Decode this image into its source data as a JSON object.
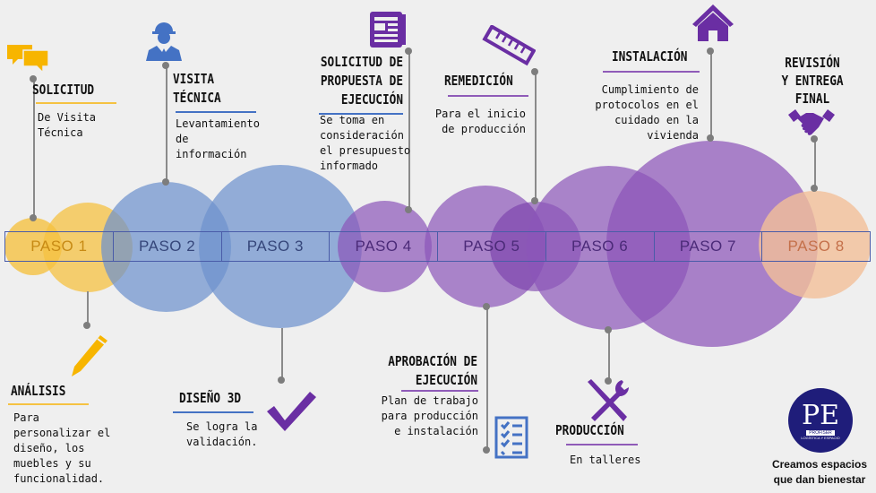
{
  "colors": {
    "yellow": "#f5c242",
    "blue": "#7f9fd3",
    "purple": "#8f5bb8",
    "peach": "#f3bf98",
    "accent_purple": "#6a2ea3",
    "accent_blue": "#4472c4"
  },
  "steps": [
    {
      "label": "PASO 1",
      "color": "#c78a14"
    },
    {
      "label": "PASO 2",
      "color": "#35467a"
    },
    {
      "label": "PASO 3",
      "color": "#35467a"
    },
    {
      "label": "PASO 4",
      "color": "#4b2a78"
    },
    {
      "label": "PASO 5",
      "color": "#4b2a78"
    },
    {
      "label": "PASO 6",
      "color": "#4b2a78"
    },
    {
      "label": "PASO 7",
      "color": "#4b2a78"
    },
    {
      "label": "PASO 8",
      "color": "#c4704a"
    }
  ],
  "top": {
    "solicitud": {
      "title": "SOLICITUD",
      "desc": [
        "De Visita",
        "Técnica"
      ],
      "icon": "chat-bubbles-icon"
    },
    "visita": {
      "title": [
        "VISITA",
        "TÉCNICA"
      ],
      "desc": [
        "Levantamiento",
        "de",
        "información"
      ],
      "icon": "worker-helmet-icon"
    },
    "propuesta": {
      "title": [
        "SOLICITUD DE",
        "PROPUESTA DE",
        "EJECUCIÓN"
      ],
      "desc": [
        "Se toma en",
        "consideración",
        "el presupuesto",
        "informado"
      ],
      "icon": "document-icon"
    },
    "remedicion": {
      "title": "REMEDICIÓN",
      "desc": [
        "Para el inicio",
        "de producción"
      ],
      "icon": "ruler-icon"
    },
    "instalacion": {
      "title": "INSTALACIÓN",
      "desc": [
        "Cumplimiento de",
        "protocolos en el",
        "cuidado en la",
        "vivienda"
      ],
      "icon": "house-icon"
    },
    "revision": {
      "title": [
        "REVISIÓN",
        "Y ENTREGA",
        "FINAL"
      ],
      "icon": "handshake-icon"
    }
  },
  "bottom": {
    "analisis": {
      "title": "ANÁLISIS",
      "desc": [
        "Para",
        "personalizar el",
        "diseño, los",
        "muebles y su",
        "funcionalidad."
      ],
      "icon": "pencil-icon"
    },
    "diseno": {
      "title": "DISEÑO 3D",
      "desc": [
        "Se logra la",
        "validación."
      ],
      "icon": "checkmark-icon"
    },
    "aprobacion": {
      "title": [
        "APROBACIÓN DE",
        "EJECUCIÓN"
      ],
      "desc": [
        "Plan de trabajo",
        "para producción",
        "e instalación"
      ],
      "icon": "checklist-icon"
    },
    "produccion": {
      "title": "PRODUCCIÓN",
      "desc": [
        "En talleres"
      ],
      "icon": "tools-icon"
    }
  },
  "brand": {
    "logo_text": "PROFISER",
    "logo_sub": "LOGÍSTICA Y ESPACIO",
    "tagline": [
      "Creamos espacios",
      "que dan bienestar"
    ]
  }
}
